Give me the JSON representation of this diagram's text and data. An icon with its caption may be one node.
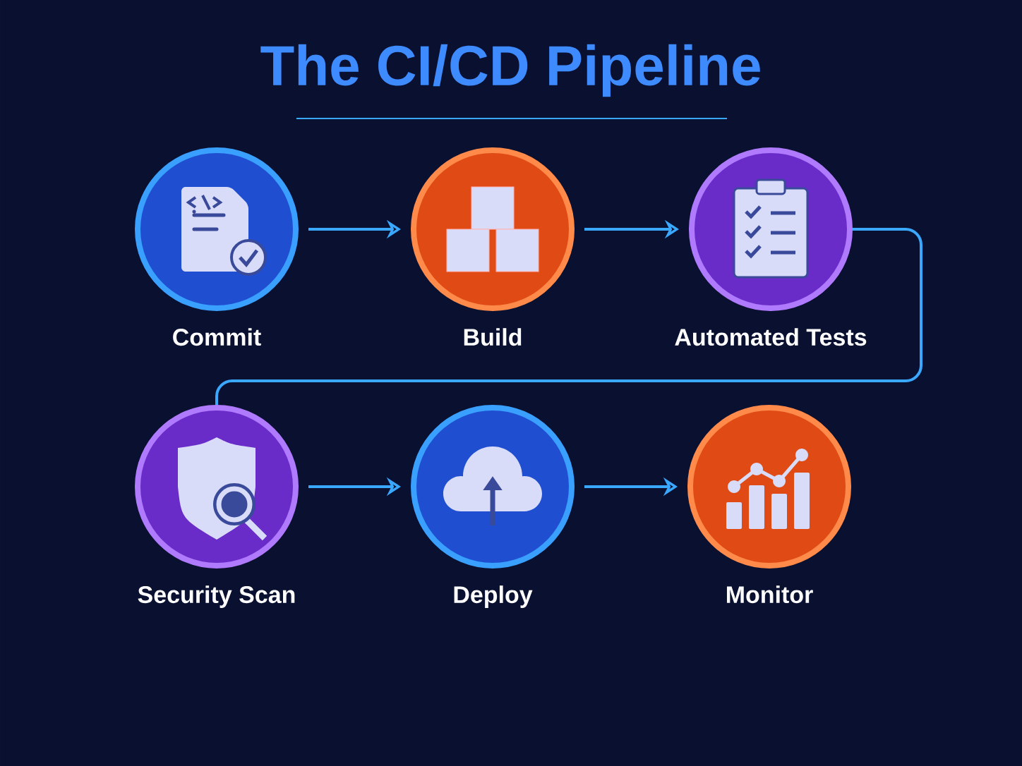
{
  "diagram": {
    "title": "The CI/CD Pipeline",
    "nodes": [
      {
        "text": [
          "Commit"
        ]
      },
      {
        "text": [
          "Build"
        ]
      },
      {
        "text": [
          "Automated Tests"
        ]
      },
      {
        "text": [
          "Security Scan"
        ]
      },
      {
        "text": [
          "Deploy"
        ]
      },
      {
        "text": [
          "Monitor"
        ]
      }
    ],
    "edges": [
      {
        "from": 0,
        "to": 1,
        "arrow": "to"
      },
      {
        "from": 1,
        "to": 2,
        "arrow": "to"
      },
      {
        "from": 2,
        "to": 3,
        "arrow": "none"
      },
      {
        "from": 3,
        "to": 4,
        "arrow": "to"
      },
      {
        "from": 4,
        "to": 5,
        "arrow": "to"
      }
    ]
  }
}
